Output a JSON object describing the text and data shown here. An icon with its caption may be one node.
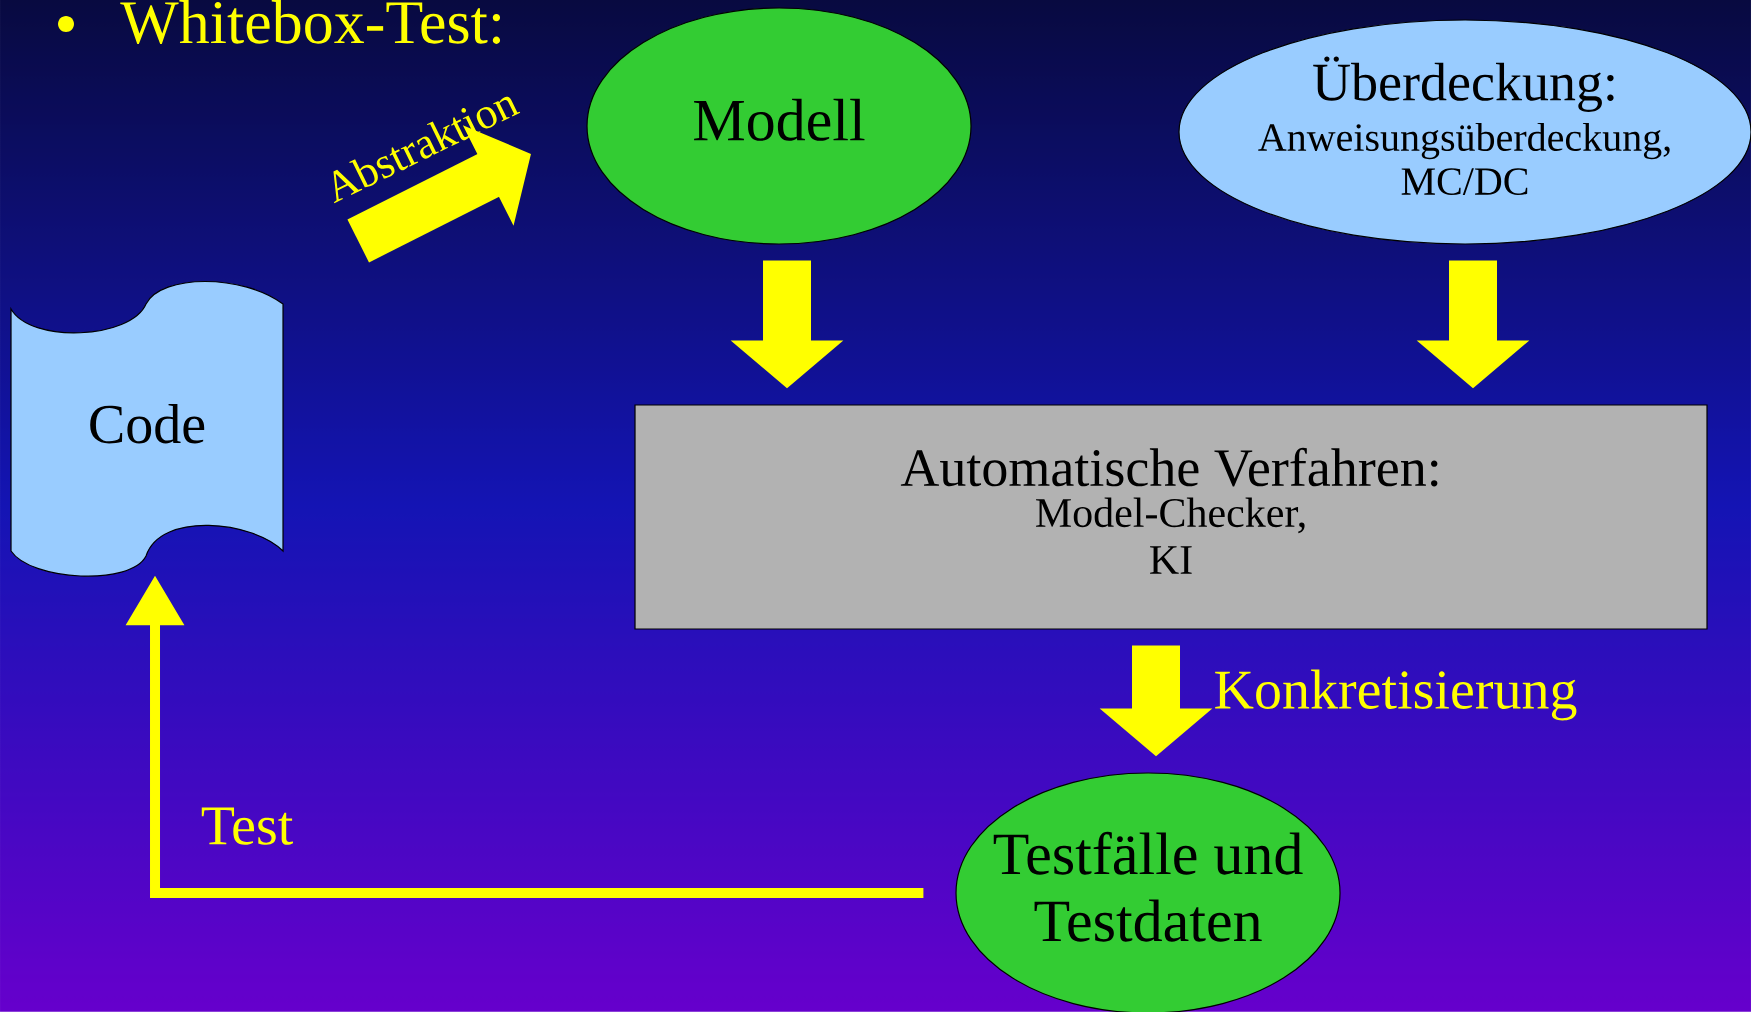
{
  "diagram": {
    "title": "Whitebox-Test:",
    "nodes": [
      {
        "text": [
          "Code"
        ]
      },
      {
        "text": [
          "Modell"
        ]
      },
      {
        "text": [
          "Überdeckung:",
          "Anweisungsüberdeckung, MC/DC"
        ]
      },
      {
        "text": [
          "Automatische Verfahren:",
          "Model-Checker, KI"
        ]
      },
      {
        "text": [
          "Testfälle und Testdaten"
        ]
      }
    ],
    "edges": [
      {
        "from": 0,
        "to": 1,
        "arrow": "to",
        "label": "Abstraktion"
      },
      {
        "from": 1,
        "to": 3,
        "arrow": "to"
      },
      {
        "from": 2,
        "to": 3,
        "arrow": "to"
      },
      {
        "from": 3,
        "to": 4,
        "arrow": "to",
        "label": "Konkretisierung"
      },
      {
        "from": 4,
        "to": 0,
        "arrow": "to",
        "label": "Test"
      }
    ]
  }
}
